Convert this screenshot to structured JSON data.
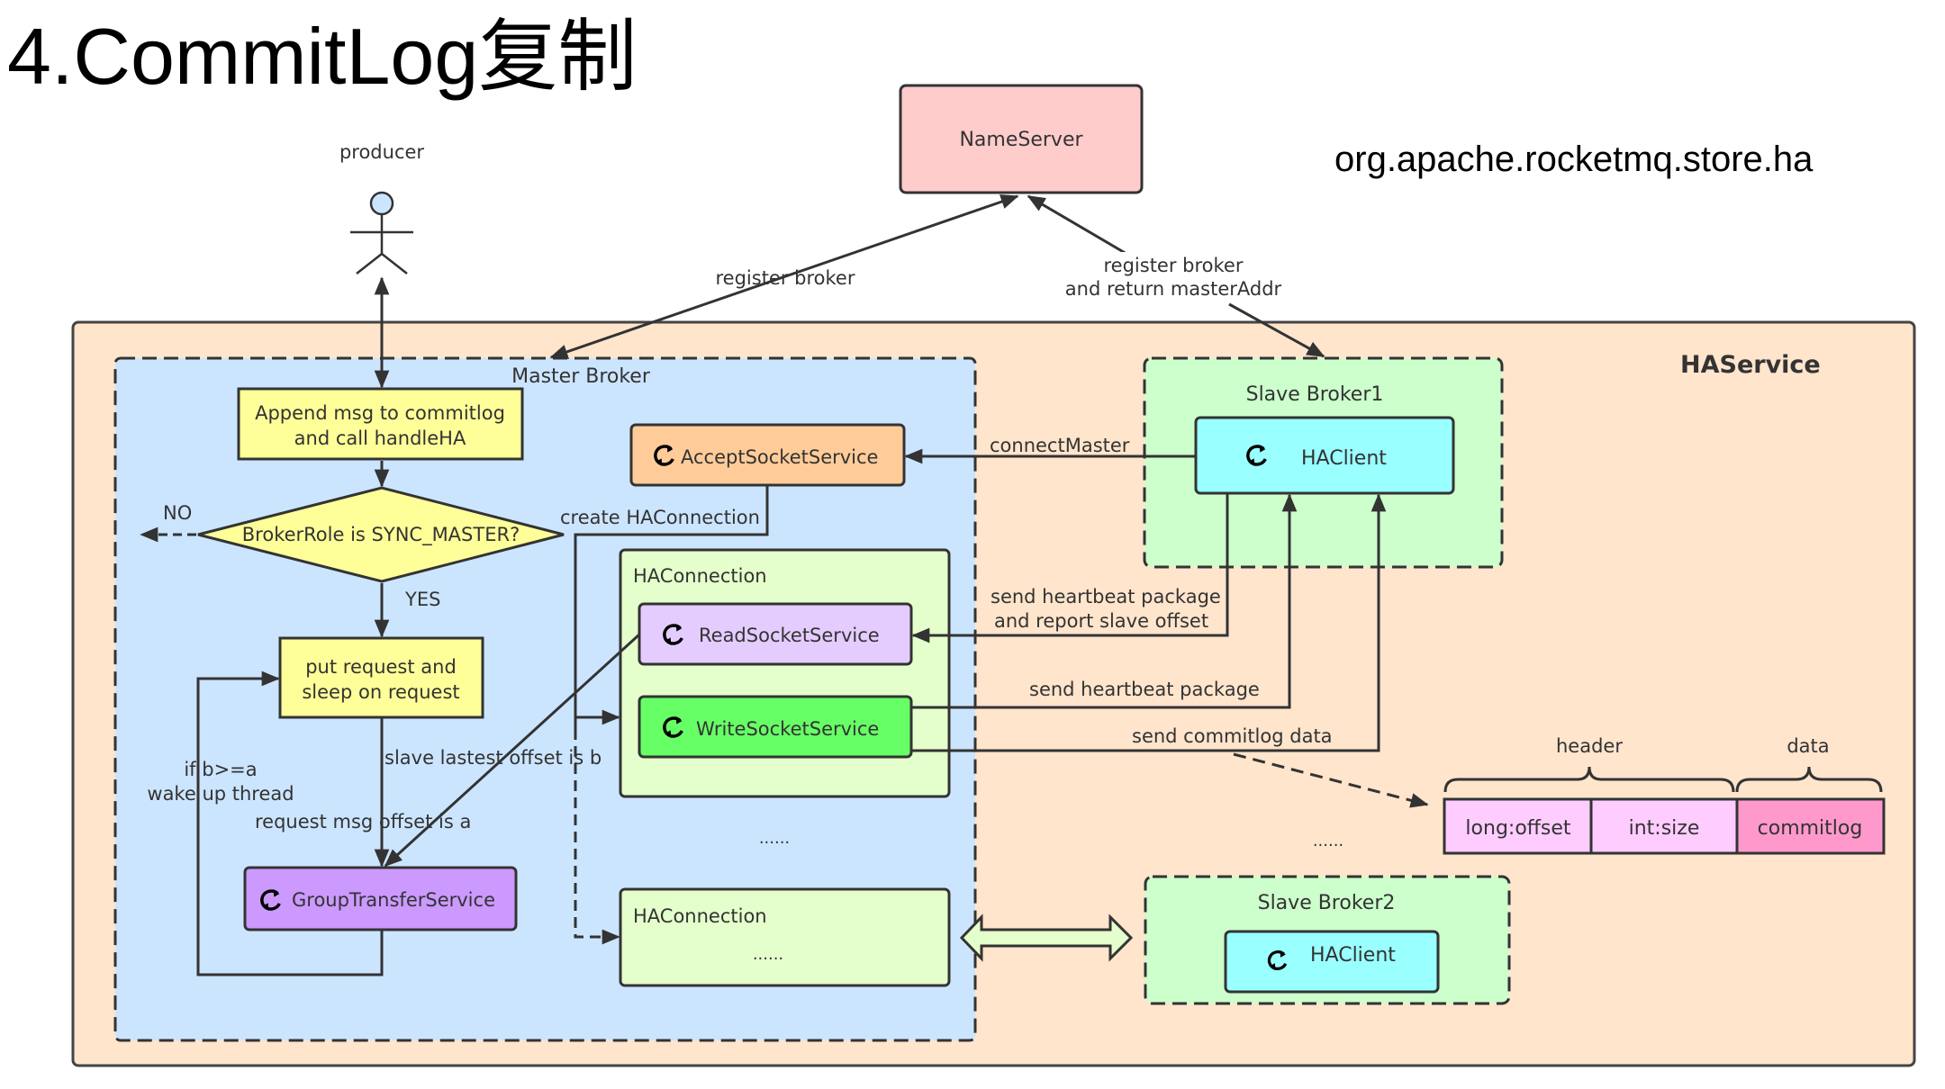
{
  "title": "4.CommitLog复制",
  "package_name": "org.apache.rocketmq.store.ha",
  "producer": {
    "label": "producer"
  },
  "name_server": {
    "label": "NameServer"
  },
  "edges": {
    "register_broker": "register broker",
    "register_return_line1": "register broker",
    "register_return_line2": "and return masterAddr",
    "connect_master": "connectMaster",
    "create_haconnection": "create HAConnection",
    "report_offset_line1": "send heartbeat package",
    "report_offset_line2": "and report slave offset",
    "send_heartbeat": "send heartbeat package",
    "send_commitlog": "send commitlog data",
    "no": "NO",
    "yes": "YES",
    "slave_offset": "slave lastest offset is b",
    "request_offset": "request msg offset is a",
    "wake_line1": "if b>=a",
    "wake_line2": "wake up thread"
  },
  "ha_service": {
    "label": "HAService"
  },
  "master_broker": {
    "label": "Master Broker",
    "append_line1": "Append msg to commitlog",
    "append_line2": "and call handleHA",
    "decision": "BrokerRole is SYNC_MASTER?",
    "put_line1": "put request and",
    "put_line2": "sleep on request",
    "group_transfer": "GroupTransferService",
    "accept_socket": "AcceptSocketService",
    "ha_connection_1": {
      "label": "HAConnection",
      "read_socket": "ReadSocketService",
      "write_socket": "WriteSocketService"
    },
    "ellipsis": "......",
    "ha_connection_2": {
      "label": "HAConnection",
      "ellipsis": "......"
    }
  },
  "slave_broker_1": {
    "label": "Slave Broker1",
    "client": "HAClient"
  },
  "slave_broker_2": {
    "label": "Slave Broker2",
    "client": "HAClient"
  },
  "slaves_ellipsis": "......",
  "packet": {
    "header_label": "header",
    "data_label": "data",
    "cells": [
      "long:offset",
      "int:size",
      "commitlog"
    ]
  },
  "colors": {
    "outer": "#FFE5CC",
    "master": "#CCE5FF",
    "slave": "#CCFFCC",
    "name_server": "#FFCCCC",
    "yellow": "#FFFF99",
    "accept": "#FFCC99",
    "ha_connection": "#E5FFCC",
    "read": "#E5CCFF",
    "write": "#66FF66",
    "group": "#CC99FF",
    "ha_client": "#99FFFF",
    "header_cell": "#FFCCFF",
    "data_cell": "#FF99CC",
    "line": "#333333"
  }
}
